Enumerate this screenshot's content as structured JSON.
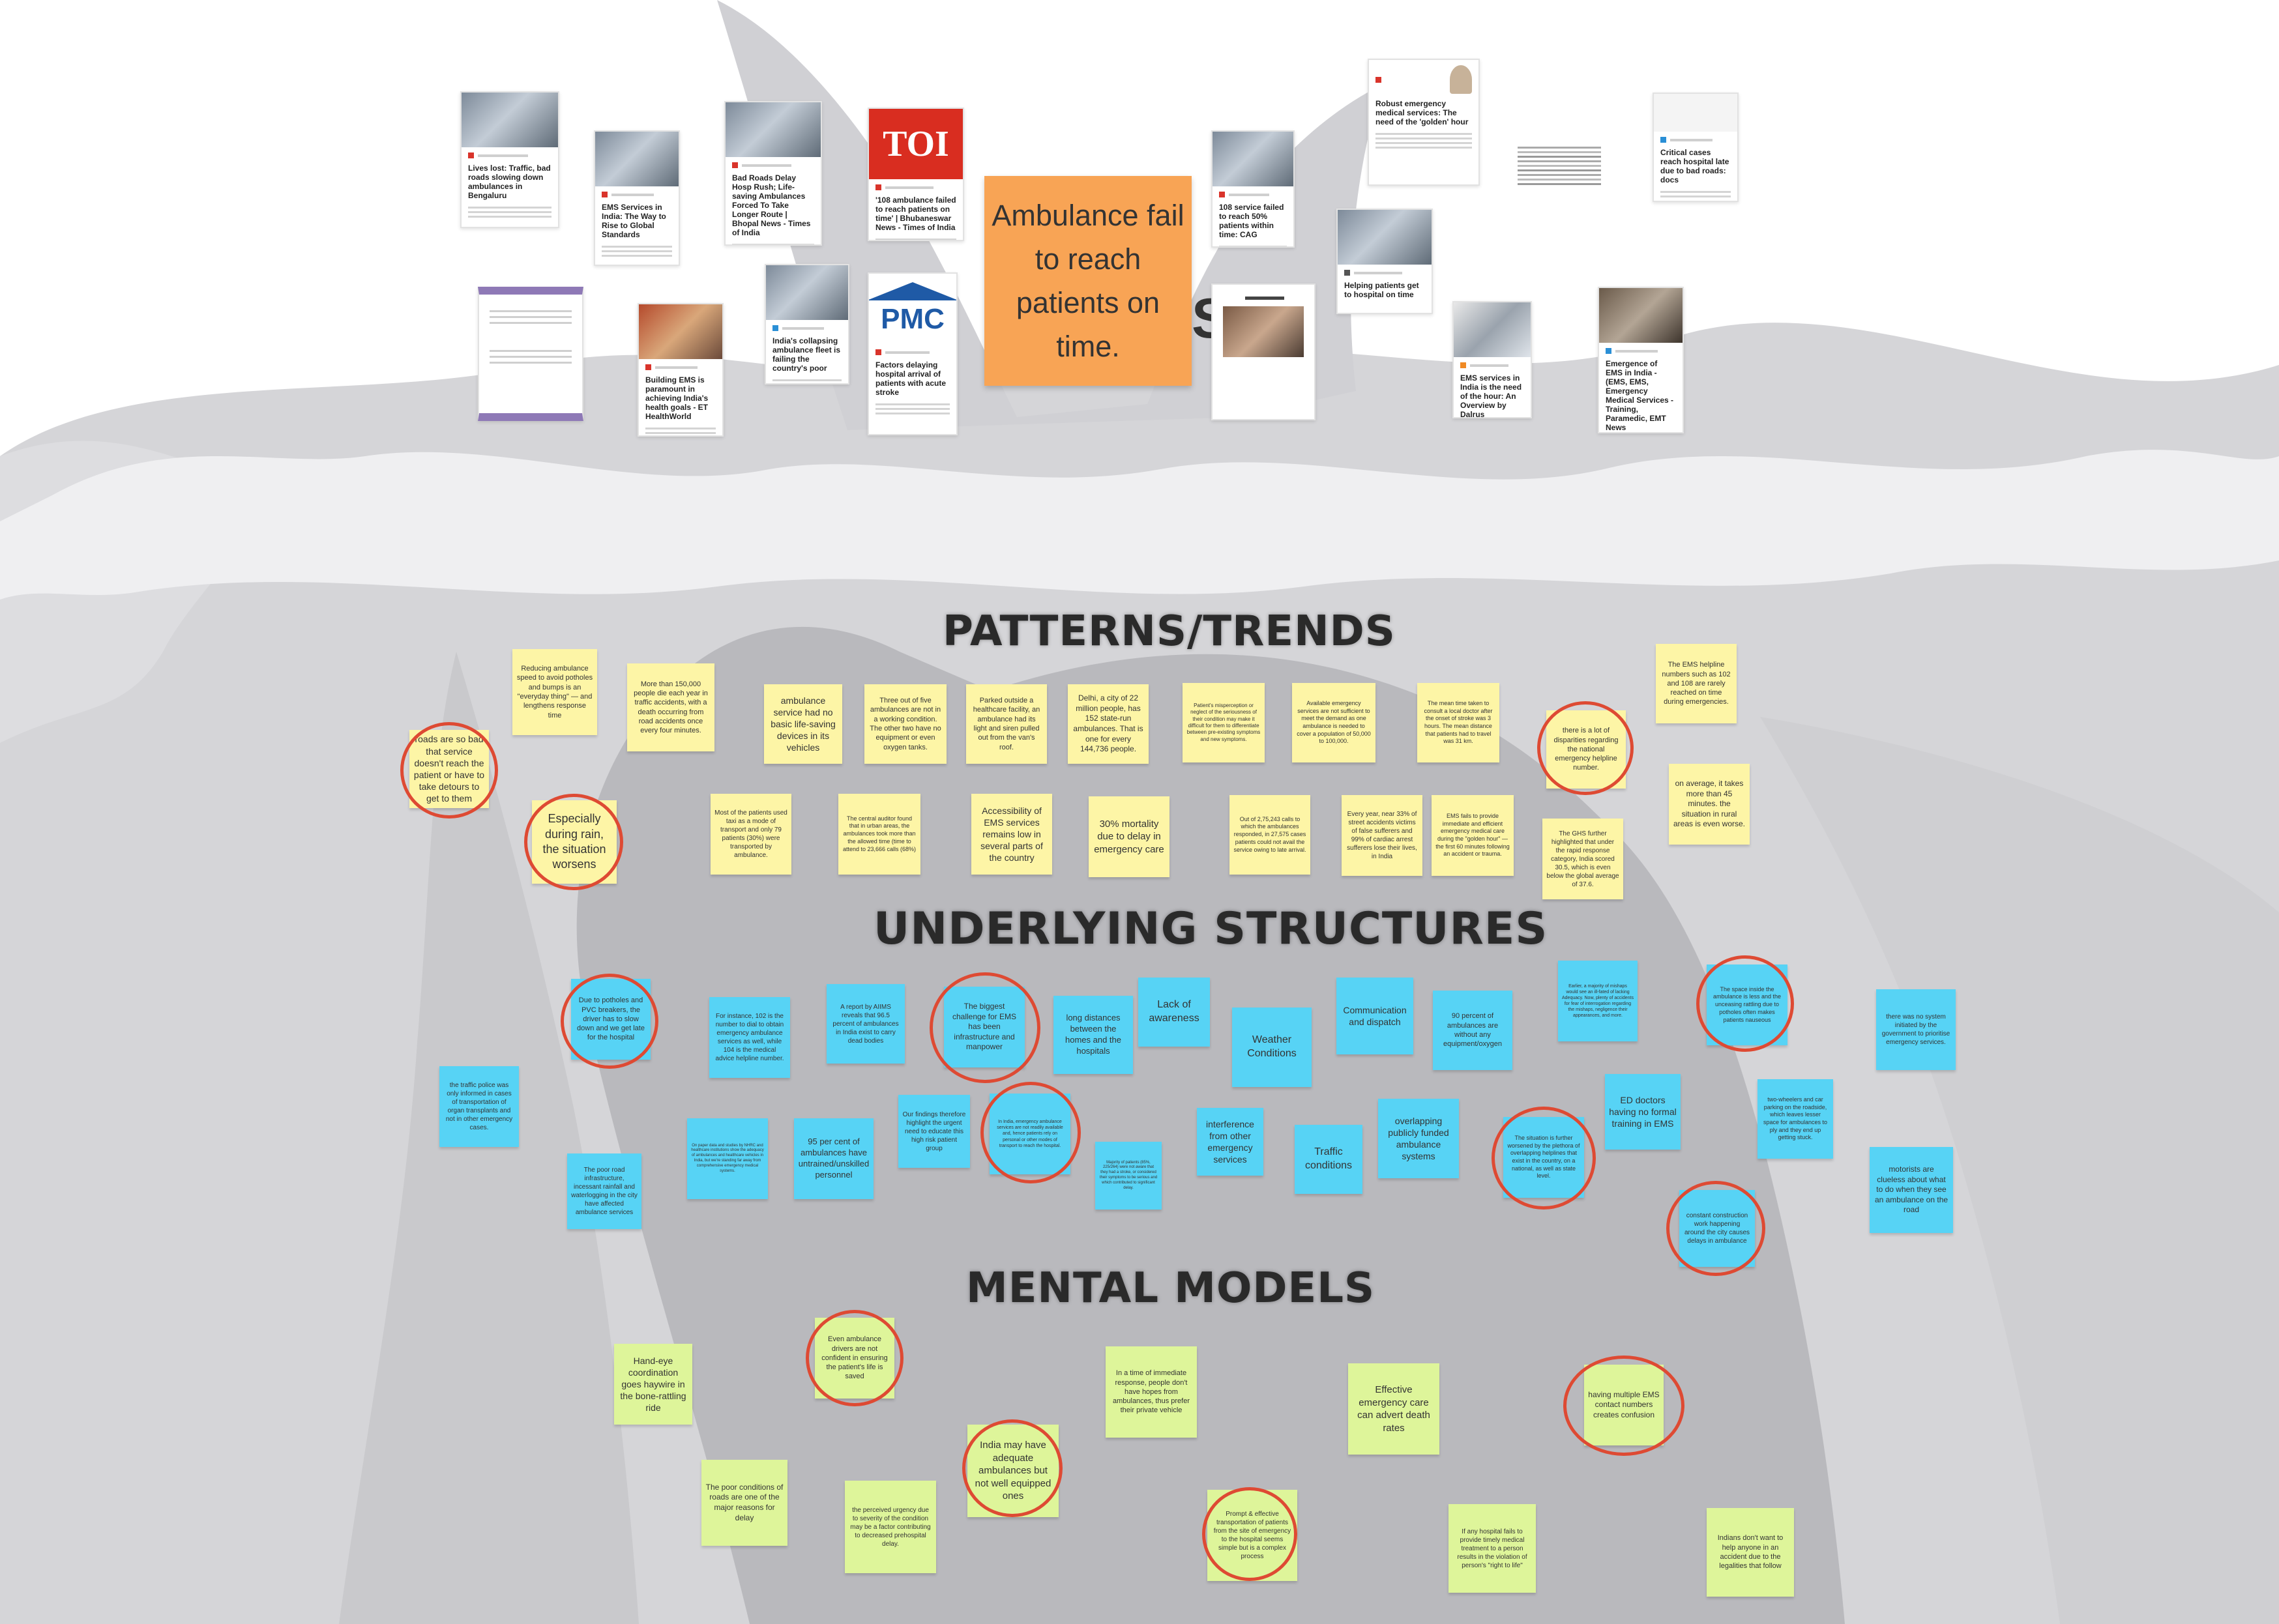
{
  "board": {
    "main_note": "Ambulance fail to reach patients on time.",
    "partial_letter": "S"
  },
  "headings": {
    "patterns": "PATTERNS/TRENDS",
    "structures": "UNDERLYING STRUCTURES",
    "models": "MENTAL MODELS"
  },
  "cards": [
    {
      "title": "Lives lost: Traffic, bad roads slowing down ambulances in Bengaluru"
    },
    {
      "title": "EMS Services in India: The Way to Rise to Global Standards"
    },
    {
      "title": "Bad Roads Delay Hosp Rush; Life-saving Ambulances Forced To Take Longer Route | Bhopal News - Times of India"
    },
    {
      "title": "'108 ambulance failed to reach patients on time' | Bhubaneswar News - Times of India",
      "logo": "TOI"
    },
    {
      "title": "108 service failed to reach 50% patients within time: CAG"
    },
    {
      "title": "Robust emergency medical services: The need of the 'golden' hour"
    },
    {
      "title": "Critical cases reach hospital late due to bad roads: docs"
    },
    {
      "title": "Building EMS is paramount in achieving India's health goals - ET HealthWorld"
    },
    {
      "title": "India's collapsing ambulance fleet is failing the country's poor"
    },
    {
      "title": "Factors delaying hospital arrival of patients with acute stroke",
      "logo": "PMC"
    },
    {
      "title": "Helping patients get to hospital on time"
    },
    {
      "title": "EMS services in India is the need of the hour: An Overview by Dalrus Healthcare"
    },
    {
      "title": "Emergence of EMS in India - (EMS, EMS, Emergency Medical Services - Training, Paramedic, EMT News"
    }
  ],
  "patterns": [
    "Reducing ambulance speed to avoid potholes and bumps is an \"everyday thing\" — and lengthens response time",
    "More than 150,000 people die each year in traffic accidents, with a death occurring from road accidents once every four minutes.",
    "ambulance service had no basic life-saving devices in its vehicles",
    "Three out of five ambulances are not in a working condition. The other two have no equipment or even oxygen tanks.",
    "Parked outside a healthcare facility, an ambulance had its light and siren pulled out from the van's roof.",
    "Delhi, a city of 22 million people, has 152 state-run ambulances. That is one for every 144,736 people.",
    "Patient's misperception or neglect of the seriousness of their condition may make it difficult for them to differentiate between pre-existing symptoms and new symptoms.",
    "Available emergency services are not sufficient to meet the demand as one ambulance is needed to cover a population of 50,000 to 100,000.",
    "The mean time taken to consult a local doctor after the onset of stroke was 3 hours. The mean distance that patients had to travel was 31 km.",
    "The EMS helpline numbers such as 102 and 108 are rarely reached on time during emergencies.",
    "roads are so bad that service doesn't reach the patient or have to take detours to get to them",
    "there is a lot of disparities regarding the national emergency helpline number.",
    "Especially during rain, the situation worsens",
    "Most of the patients used taxi as a mode of transport and only 79 patients (30%) were transported by ambulance.",
    "The central auditor found that in urban areas, the ambulances took more than the allowed time (time to attend to 23,666 calls (68%)",
    "Accessibility of EMS services remains low in several parts of the country",
    "30% mortality due to delay in emergency care",
    "Out of 2,75,243 calls to which the ambulances responded, in 27,575 cases patients could not avail the service owing to late arrival.",
    "Every year, near 33% of street accidents victims of false sufferers and 99% of cardiac arrest sufferers lose their lives, in India",
    "EMS fails to provide immediate and efficient emergency medical care during the \"golden hour\" — the first 60 minutes following an accident or trauma.",
    "The GHS further highlighted that under the rapid response category, India scored 30.5, which is even below the global average of 37.6.",
    "on average, it takes more than 45 minutes. the situation in rural areas is even worse."
  ],
  "structures": [
    "Due to potholes and PVC breakers, the driver has to slow down and we get late for the hospital",
    "For instance, 102 is the number to dial to obtain emergency ambulance services as well, while 104 is the medical advice helpline number.",
    "A report by AIIMS reveals that 96.5 percent of ambulances in India exist to carry dead bodies",
    "The biggest challenge for EMS has been infrastructure and manpower",
    "long distances between the homes and the hospitals",
    "Lack of awareness",
    "Weather Conditions",
    "Communication and dispatch",
    "90 percent of ambulances are without any equipment/oxygen",
    "Earlier, a majority of mishaps would see an ill-fated of lacking Adequacy. Now, plenty of accidents for fear of interrogation regarding the mishaps, negligence their appearances, and more.",
    "The space inside the ambulance is less and the unceasing rattling due to potholes often makes patients nauseous",
    "there was no system initiated by the government to prioritise emergency services.",
    "the traffic police was only informed in cases of transportation of organ transplants and not in other emergency cases.",
    "On paper data and studies by NHRC and healthcare institutions show the adequacy of ambulances and healthcare vehicles in India, but we're standing far away from comprehensive emergency medical systems.",
    "95 per cent of ambulances have untrained/unskilled personnel",
    "Our findings therefore highlight the urgent need to educate this high risk patient group",
    "In India, emergency ambulance services are not readily available and, hence patients rely on personal or other modes of transport to reach the hospital.",
    "Majority of patients (85%, 225/264) were not aware that they had a stroke, or considered their symptoms to be serious and which contributed to significant delay.",
    "interference from other emergency services",
    "Traffic conditions",
    "overlapping publicly funded ambulance systems",
    "The situation is further worsened by the plethora of overlapping helplines that exist in the country, on a national, as well as state level.",
    "ED doctors having no formal training in EMS",
    "two-wheelers and car parking on the roadside, which leaves lesser space for ambulances to ply and they end up getting stuck.",
    "The poor road infrastructure, incessant rainfall and waterlogging in the city have affected ambulance services",
    "constant construction work happening around the city causes delays in ambulance",
    "motorists are clueless about what to do when they see an ambulance on the road"
  ],
  "models": [
    "Hand-eye coordination goes haywire in the bone-rattling ride",
    "Even ambulance drivers are not confident in ensuring the patient's life is saved",
    "In a time of immediate response, people don't have hopes from ambulances, thus prefer their private vehicle",
    "Effective emergency care can advert death rates",
    "having multiple EMS contact numbers creates confusion",
    "The poor conditions of roads are one of the major reasons for delay",
    "the perceived urgency due to severity of the condition may be a factor contributing to decreased prehospital delay.",
    "India may have adequate ambulances but not well equipped ones",
    "Prompt & effective transportation of patients from the site of emergency to the hospital seems simple but is a complex process",
    "If any hospital fails to provide timely medical treatment to a person results in the violation of person's \"right to life\"",
    "Indians don't want to help anyone in an accident due to the legalities that follow"
  ]
}
